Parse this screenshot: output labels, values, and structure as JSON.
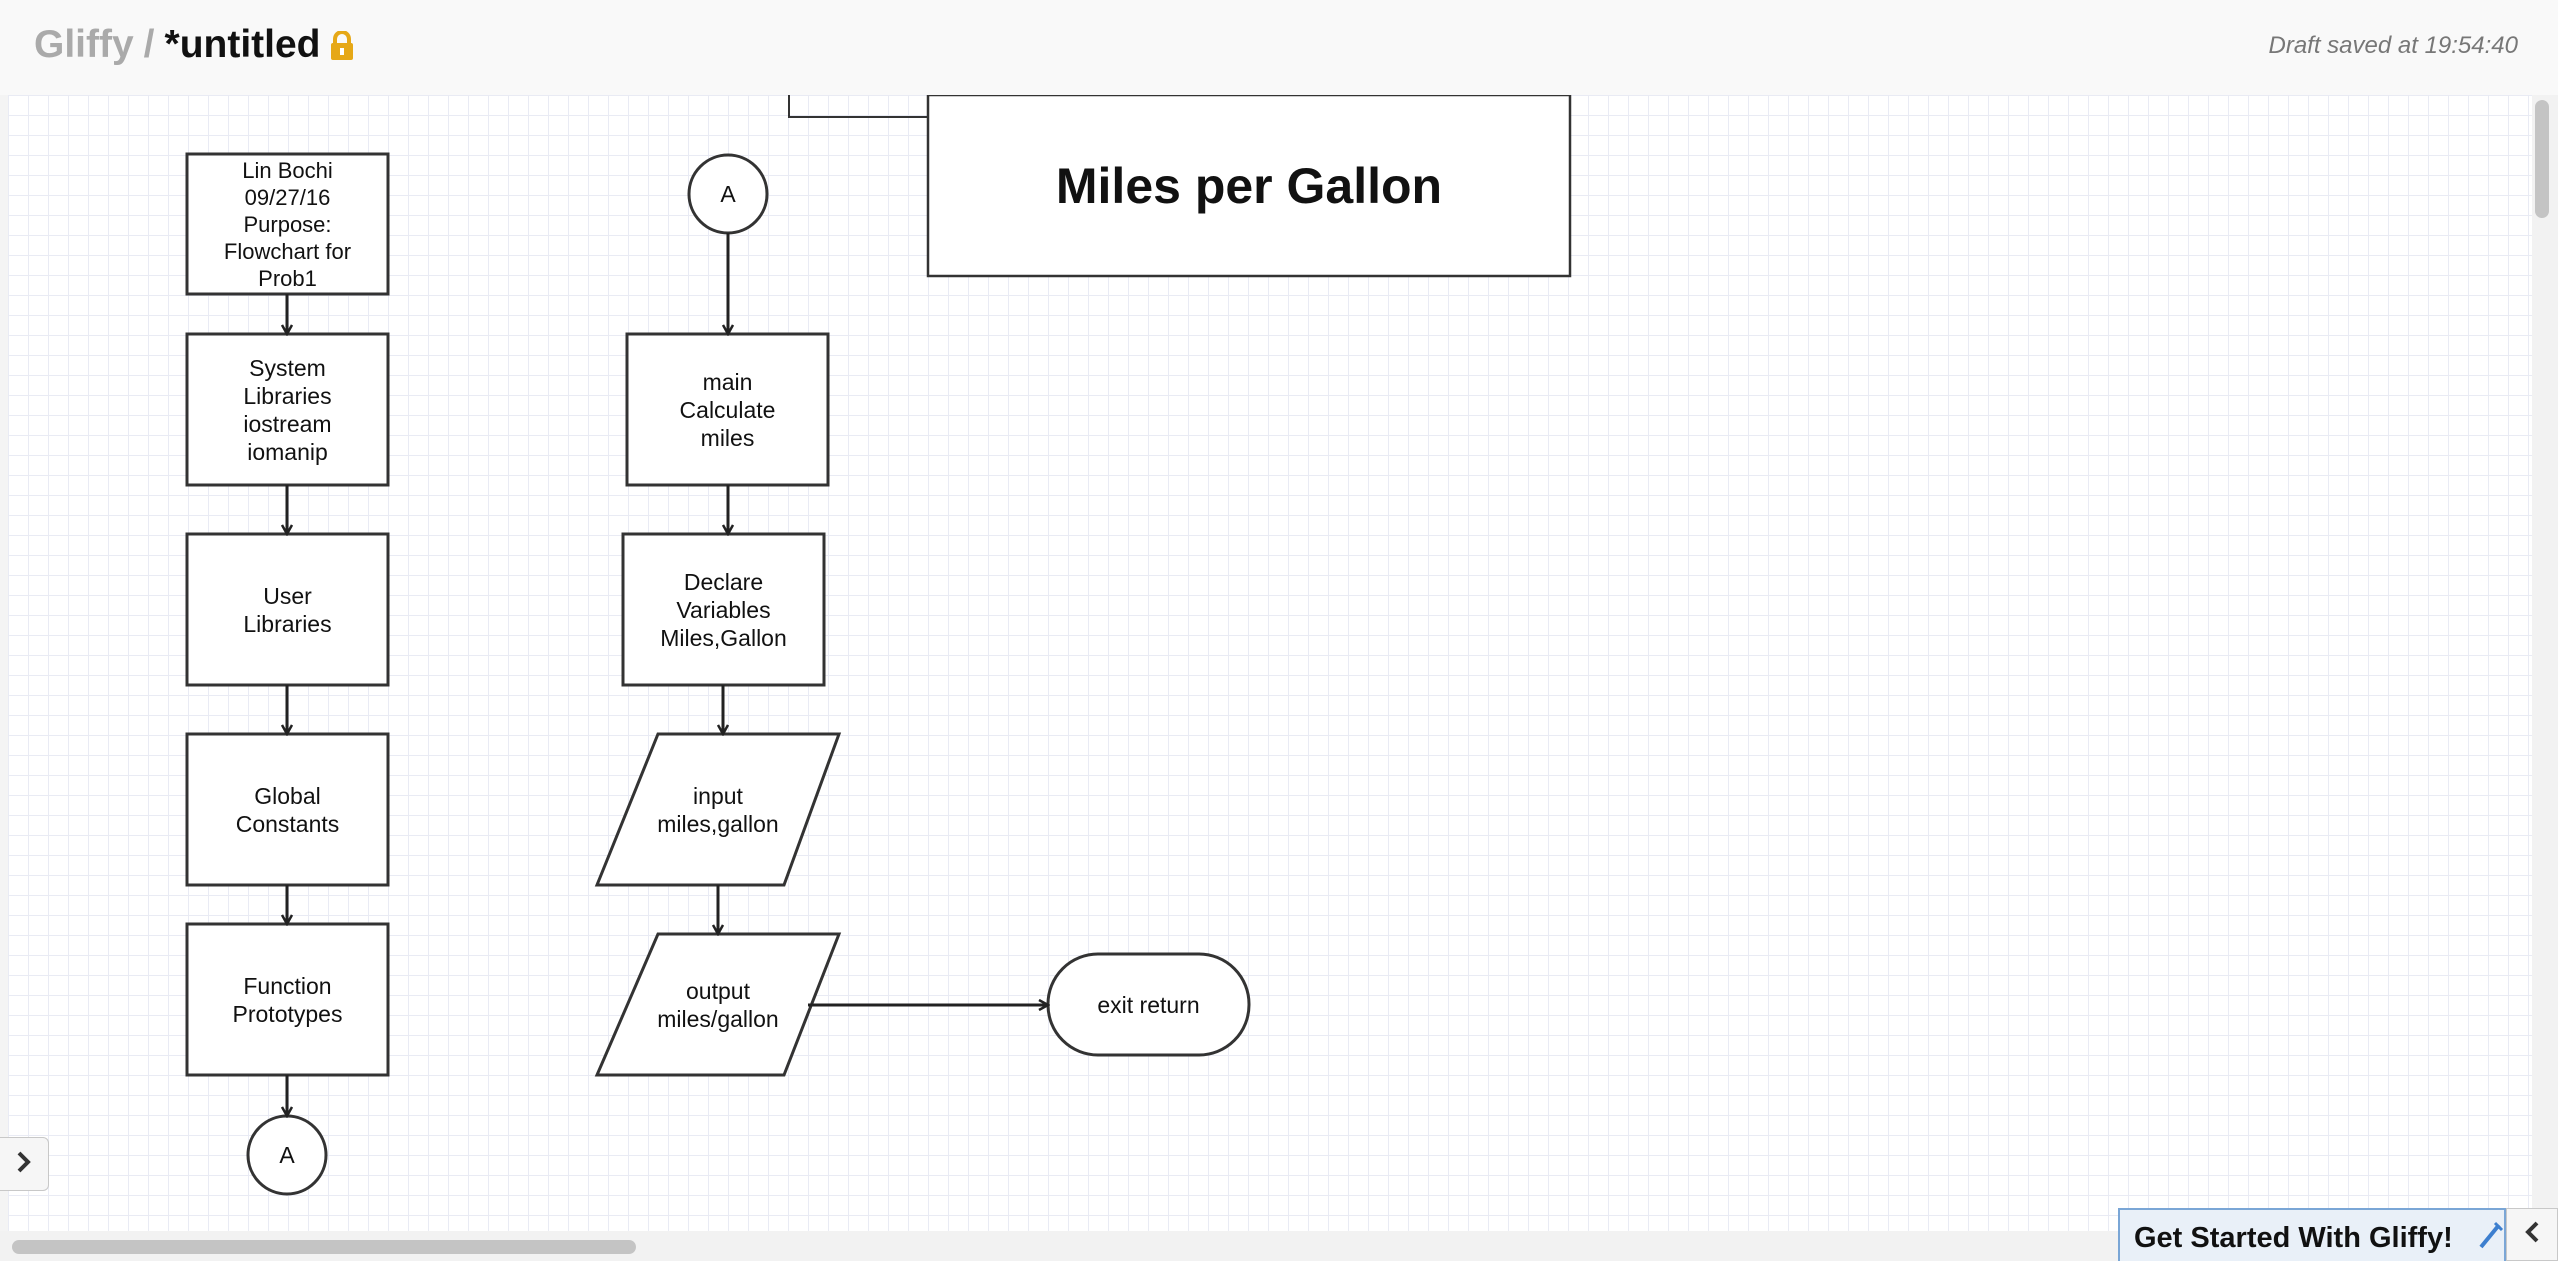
{
  "header": {
    "app_name": "Gliffy",
    "separator": "/",
    "document_title": "*untitled",
    "lock_icon": "lock-icon",
    "draft_status": "Draft saved at 19:54:40"
  },
  "diagram": {
    "title": "Miles per Gallon",
    "left_column": {
      "header_note": [
        "Lin Bochi",
        "09/27/16",
        "Purpose:",
        "Flowchart for",
        "Prob1"
      ],
      "system_libraries": [
        "System",
        "Libraries",
        "iostream",
        "iomanip"
      ],
      "user_libraries": [
        "User",
        "Libraries"
      ],
      "global_constants": [
        "Global",
        "Constants"
      ],
      "function_prototypes": [
        "Function",
        "Prototypes"
      ],
      "connector": "A"
    },
    "right_column": {
      "connector": "A",
      "main_process": [
        "main",
        "Calculate",
        "miles"
      ],
      "declare_variables": [
        "Declare",
        "Variables",
        "Miles,Gallon"
      ],
      "input": [
        "input",
        "miles,gallon"
      ],
      "output": [
        "output",
        "miles/gallon"
      ],
      "terminator": "exit return"
    }
  },
  "footer": {
    "get_started_label": "Get Started With Gliffy!",
    "pencil_icon": "pencil-icon",
    "collapse_icon": "chevron-left-icon",
    "side_toggle_icon": "chevron-right-icon"
  },
  "colors": {
    "grid": "#e9ebf4",
    "stroke": "#333333",
    "header_bg": "#f9f9f9",
    "get_started_bg": "#e9f0f8",
    "accent": "#7aa6d6",
    "lock": "#e6a817"
  }
}
